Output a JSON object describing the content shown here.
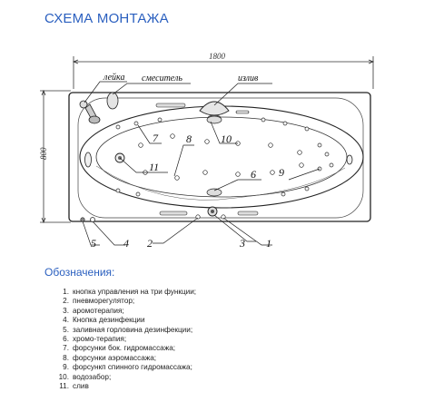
{
  "title": "СХЕМА МОНТАЖА",
  "drawing": {
    "dimension_length": "1800",
    "dimension_width": "800",
    "callouts": {
      "leyka": "лейка",
      "smesitel": "смеситель",
      "izliv": "излив"
    },
    "numbers": [
      "1",
      "2",
      "3",
      "4",
      "5",
      "6",
      "7",
      "8",
      "9",
      "10",
      "11"
    ]
  },
  "legend": {
    "title": "Обозначения:",
    "items": [
      {
        "num": "1.",
        "text": "кнопка управления на три функции;"
      },
      {
        "num": "2.",
        "text": "пневморегулятор;"
      },
      {
        "num": "3.",
        "text": "аромотерапия;"
      },
      {
        "num": "4.",
        "text": "Кнопка дезинфекции"
      },
      {
        "num": "5.",
        "text": "заливная горловина дезинфекции;"
      },
      {
        "num": "6.",
        "text": "хромо-терапия;"
      },
      {
        "num": "7.",
        "text": "форсунки бок. гидромассажа;"
      },
      {
        "num": "8.",
        "text": "форсунки аэромассажа;"
      },
      {
        "num": "9.",
        "text": "форсункп спинного гидромассажа;"
      },
      {
        "num": "10.",
        "text": "водозабор;"
      },
      {
        "num": "11.",
        "text": "слив"
      }
    ]
  }
}
